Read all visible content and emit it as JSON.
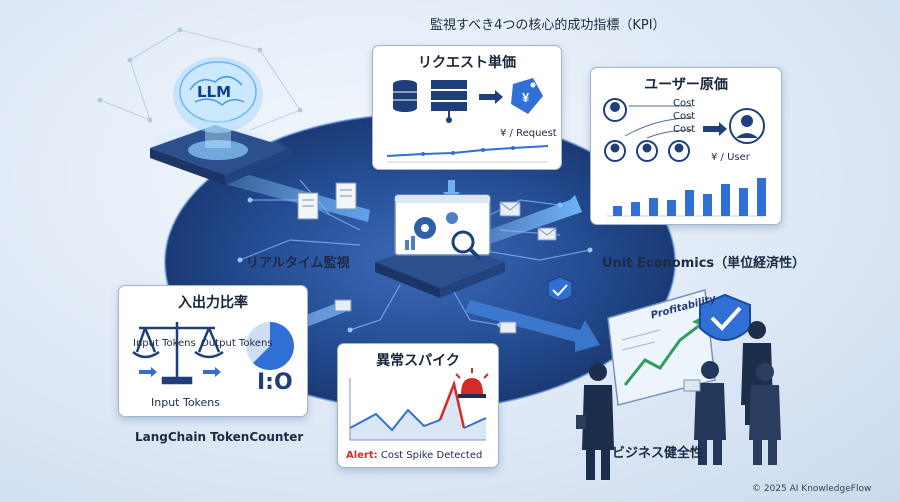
{
  "header": {
    "kpi_title": "監視すべき4つの核心的成功指標（KPI）"
  },
  "llm": {
    "label": "LLM"
  },
  "hub": {
    "label": "リアルタイム監視"
  },
  "cards": {
    "request_cost": {
      "title": "リクエスト単価",
      "unit_label": "¥ / Request"
    },
    "user_cost": {
      "title": "ユーザー原価",
      "cost_labels": [
        "Cost",
        "Cost",
        "Cost"
      ],
      "unit_label": "¥ / User"
    },
    "io_ratio": {
      "title": "入出力比率",
      "input_label": "Input Tokens",
      "output_label": "Output Tokens",
      "bottom_label": "Input Tokens",
      "ratio": "I:O"
    },
    "anomaly": {
      "title": "異常スパイク",
      "alert_prefix": "Alert:",
      "alert_text": "Cost Spike Detected"
    }
  },
  "labels": {
    "unit_economics": "Unit Economics（単位経済性）",
    "langchain": "LangChain TokenCounter",
    "business_health": "ビジネス健全性",
    "profitability": "Profitability"
  },
  "footer": {
    "copyright": "© 2025 AI KnowledgeFlow"
  },
  "colors": {
    "accent": "#2f6fd6",
    "navy": "#1f3f7a",
    "alert": "#d62a2a"
  },
  "icons": [
    "brain-icon",
    "chip-icon",
    "database-icon",
    "server-icon",
    "price-tag-icon",
    "user-icon",
    "gear-icon",
    "magnifier-icon",
    "document-icon",
    "envelope-icon",
    "shield-check-icon",
    "balance-scale-icon",
    "pie-chart-icon",
    "alarm-icon",
    "businessperson-icon"
  ]
}
